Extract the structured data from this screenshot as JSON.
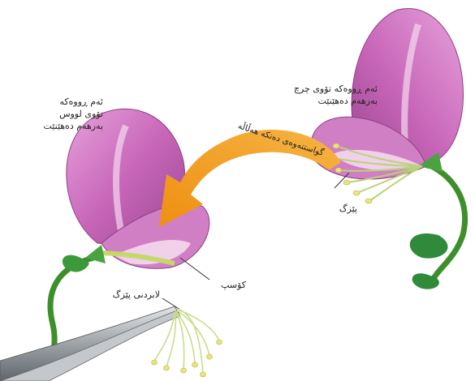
{
  "labels": {
    "left_flower": [
      "ئەم ڕووەکە",
      "تۆوی لووس",
      "بەرهەم دەهێنێت"
    ],
    "right_flower": [
      "ئەم ڕووەکە تۆوی چرچ",
      "بەرهەم دەهێنێت"
    ],
    "arrow_text": "گواستنەوەی دەنکە هەڵاڵە",
    "pollen": "پێزگ",
    "stigma": "کۆسپ",
    "remove_stamen": "لابردنی پێزگ"
  },
  "colors": {
    "petal": "#c866b8",
    "petal_dark": "#8e3f86",
    "arrow": "#f3a01c",
    "stem": "#3d8f2a",
    "leaf": "#2f8a3a",
    "anther": "#e8e67a",
    "tweezers": "#9aa0a6"
  }
}
